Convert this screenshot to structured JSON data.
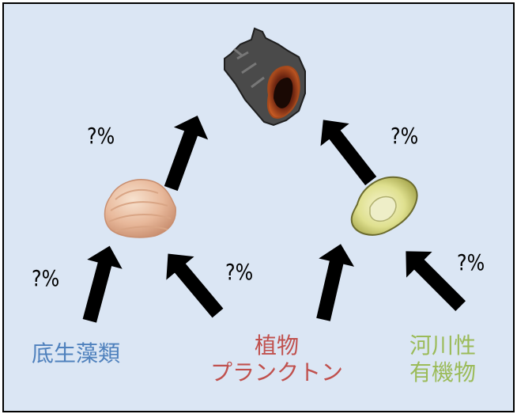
{
  "colors": {
    "background": "#dbe6f4",
    "algae_label": "#4f81bd",
    "phyto_label": "#c0504d",
    "organic_label": "#9bbb59"
  },
  "organisms": {
    "predator": "whelk",
    "bivalve_left": "clam",
    "bivalve_right": "oyster"
  },
  "percent_labels": [
    "?%",
    "?%",
    "?%",
    "?%",
    "?%",
    "?%"
  ],
  "sources": {
    "benthic_algae": "底生藻類",
    "phytoplankton_line1": "植物",
    "phytoplankton_line2": "プランクトン",
    "riverine_organic_line1": "河川性",
    "riverine_organic_line2": "有機物"
  }
}
